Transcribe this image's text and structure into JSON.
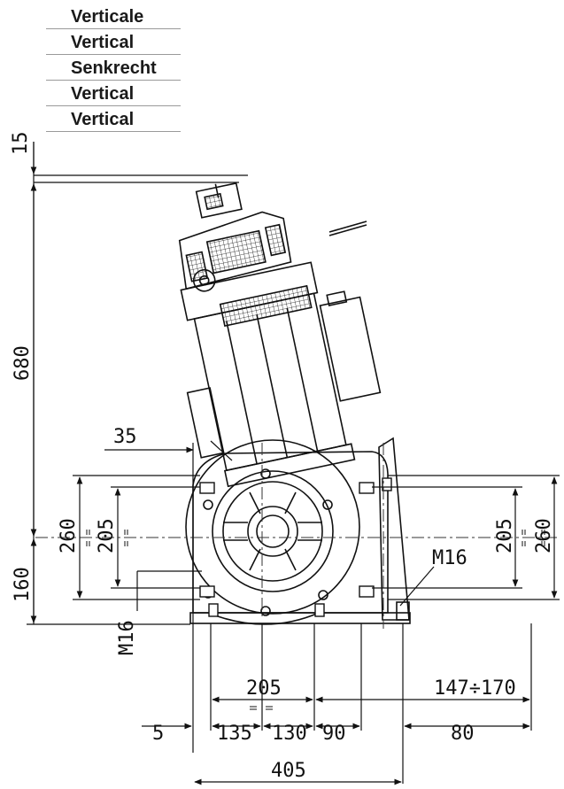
{
  "orientation_labels": [
    "Verticale",
    "Vertical",
    "Senkrecht",
    "Vertical",
    "Vertical"
  ],
  "dimensions": {
    "d15": "15",
    "d680": "680",
    "d160": "160",
    "d260_left": "260",
    "d205_left": "205",
    "d35": "35",
    "m16_left": "M16",
    "m16_right": "M16",
    "d205_right": "205",
    "d260_right": "260",
    "d205_bottom": "205",
    "d147_170": "147÷170",
    "d5": "5",
    "d135": "135",
    "d130": "130",
    "d90": "90",
    "d80": "80",
    "d405": "405"
  }
}
